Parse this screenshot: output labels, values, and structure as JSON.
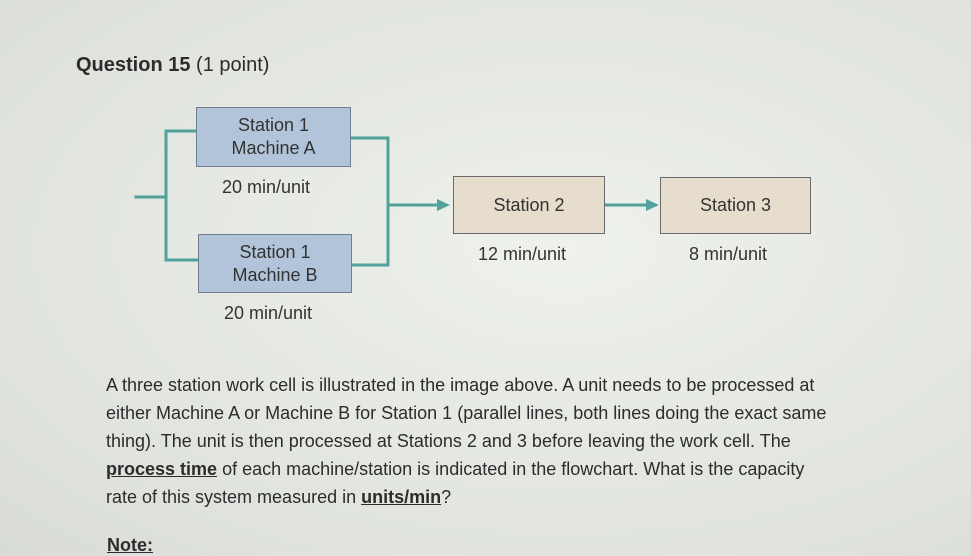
{
  "question": {
    "title": "Question 15",
    "points": "(1 point)"
  },
  "flowchart": {
    "station1a": {
      "line1": "Station 1",
      "line2": "Machine A",
      "rate": "20 min/unit"
    },
    "station1b": {
      "line1": "Station 1",
      "line2": "Machine B",
      "rate": "20 min/unit"
    },
    "station2": {
      "label": "Station 2",
      "rate": "12 min/unit"
    },
    "station3": {
      "label": "Station 3",
      "rate": "8 min/unit"
    },
    "colors": {
      "line": "#4fa39a",
      "blue_box": "#b2c4d9",
      "tan_box": "#e6ddcc"
    }
  },
  "body": {
    "part1": "A three station work cell is illustrated in the image above. A unit needs to be processed at either Machine A or Machine B for Station 1 (parallel lines, both lines doing the exact same thing). The unit is then processed at Stations 2 and 3 before leaving the work cell. The ",
    "process_time": "process time",
    "part2": " of each machine/station is indicated in the flowchart. What is the capacity rate of this system measured in ",
    "units": "units/min",
    "part3": "?"
  },
  "note": "Note:"
}
